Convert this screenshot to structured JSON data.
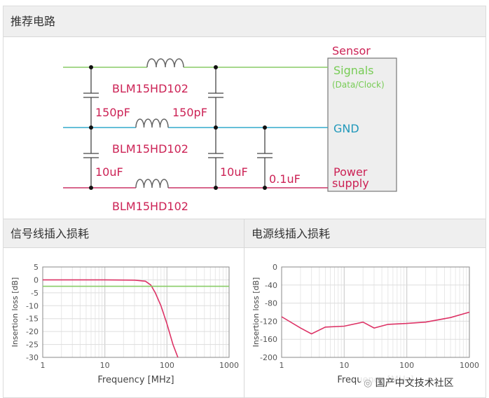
{
  "sections": {
    "recommended": "推荐电路",
    "signal_loss": "信号线插入损耗",
    "power_loss": "电源线插入损耗"
  },
  "circuit": {
    "sensor": "Sensor",
    "signals": "Signals",
    "signals_sub": "(Data/Clock)",
    "gnd": "GND",
    "power_line1": "Power",
    "power_line2": "supply",
    "inductor_top": "BLM15HD102",
    "inductor_mid": "BLM15HD102",
    "inductor_bot": "BLM15HD102",
    "cap_left_top": "150pF",
    "cap_right_top": "150pF",
    "cap_left_bot": "10uF",
    "cap_right_bot": "10uF",
    "cap_bypass": "0.1uF"
  },
  "colors": {
    "signal": "#88cc66",
    "gnd": "#33aacc",
    "power": "#cc3366",
    "text_red": "#cc2255"
  },
  "chart_data": [
    {
      "type": "line",
      "xlabel": "Frequency [MHz]",
      "ylabel": "Insertion loss [dB]",
      "xscale": "log",
      "xlim": [
        1,
        1000
      ],
      "ylim": [
        -30,
        5
      ],
      "xticks": [
        "1",
        "10",
        "100",
        "1000"
      ],
      "yticks": [
        "5",
        "0",
        "-5",
        "-10",
        "-15",
        "-20",
        "-25",
        "-30"
      ],
      "grid": true,
      "series": [
        {
          "color": "#dd3366",
          "x": [
            1,
            10,
            30,
            45,
            55,
            65,
            80,
            100,
            125,
            150
          ],
          "y": [
            0,
            0,
            -0.1,
            -0.5,
            -2,
            -5,
            -10,
            -17,
            -25,
            -30
          ]
        },
        {
          "color": "#88cc66",
          "x": [
            1,
            1000
          ],
          "y": [
            -2.5,
            -2.5
          ]
        }
      ]
    },
    {
      "type": "line",
      "xlabel": "Frequency [MHz]",
      "ylabel": "Insertion loss [dB]",
      "xscale": "log",
      "xlim": [
        1,
        1000
      ],
      "ylim": [
        -200,
        0
      ],
      "xticks": [
        "1",
        "10",
        "100",
        "1000"
      ],
      "yticks": [
        "0",
        "-40",
        "-80",
        "-120",
        "-160",
        "-200"
      ],
      "grid": true,
      "series": [
        {
          "color": "#dd3366",
          "x": [
            1,
            2,
            3,
            5,
            10,
            20,
            30,
            50,
            100,
            200,
            500,
            1000
          ],
          "y": [
            -110,
            -135,
            -148,
            -133,
            -131,
            -122,
            -135,
            -127,
            -125,
            -122,
            -112,
            -100
          ]
        }
      ]
    }
  ],
  "watermark": "国产中文技术社区"
}
